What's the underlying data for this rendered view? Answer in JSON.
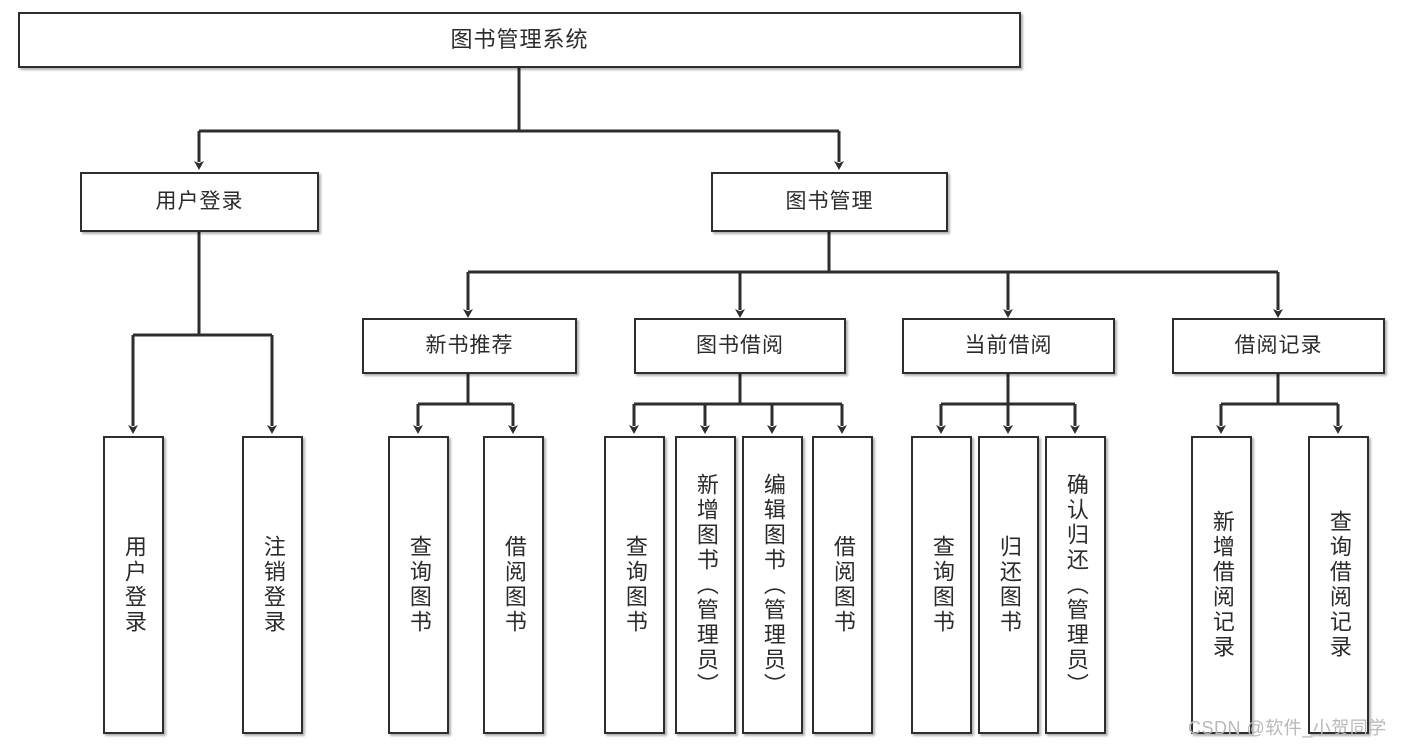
{
  "diagram": {
    "title": "图书管理系统",
    "type": "tree",
    "orientation": "top-down",
    "colors": {
      "border": "#2e2e2e",
      "node_fill": "#ffffff",
      "text": "#2b2b2b",
      "edge": "#2e2e2e",
      "watermark": "#b9b9b9",
      "background": "#ffffff"
    },
    "nodes": {
      "root": {
        "label": "图书管理系统"
      },
      "level2": [
        {
          "id": "user-login",
          "label": "用户登录"
        },
        {
          "id": "book-manage",
          "label": "图书管理"
        }
      ],
      "level3": [
        {
          "id": "new-book-recommend",
          "label": "新书推荐"
        },
        {
          "id": "book-borrow",
          "label": "图书借阅"
        },
        {
          "id": "current-borrow",
          "label": "当前借阅"
        },
        {
          "id": "borrow-record",
          "label": "借阅记录"
        }
      ],
      "leaves": [
        {
          "id": "leaf-user-login",
          "label": "用户登录",
          "parent": "user-login"
        },
        {
          "id": "leaf-logout",
          "label": "注销登录",
          "parent": "user-login"
        },
        {
          "id": "leaf-query-book-1",
          "label": "查询图书",
          "parent": "new-book-recommend"
        },
        {
          "id": "leaf-borrow-book-1",
          "label": "借阅图书",
          "parent": "new-book-recommend"
        },
        {
          "id": "leaf-query-book-2",
          "label": "查询图书",
          "parent": "book-borrow"
        },
        {
          "id": "leaf-add-book",
          "label": "新增图书（管理员）",
          "parent": "book-borrow"
        },
        {
          "id": "leaf-edit-book",
          "label": "编辑图书（管理员）",
          "parent": "book-borrow"
        },
        {
          "id": "leaf-borrow-book-2",
          "label": "借阅图书",
          "parent": "book-borrow"
        },
        {
          "id": "leaf-query-book-3",
          "label": "查询图书",
          "parent": "current-borrow"
        },
        {
          "id": "leaf-return-book",
          "label": "归还图书",
          "parent": "current-borrow"
        },
        {
          "id": "leaf-confirm-return",
          "label": "确认归还（管理员）",
          "parent": "current-borrow"
        },
        {
          "id": "leaf-add-record",
          "label": "新增借阅记录",
          "parent": "borrow-record"
        },
        {
          "id": "leaf-query-record",
          "label": "查询借阅记录",
          "parent": "borrow-record"
        }
      ]
    }
  },
  "watermark": {
    "text": "CSDN @软件_小贺同学"
  }
}
